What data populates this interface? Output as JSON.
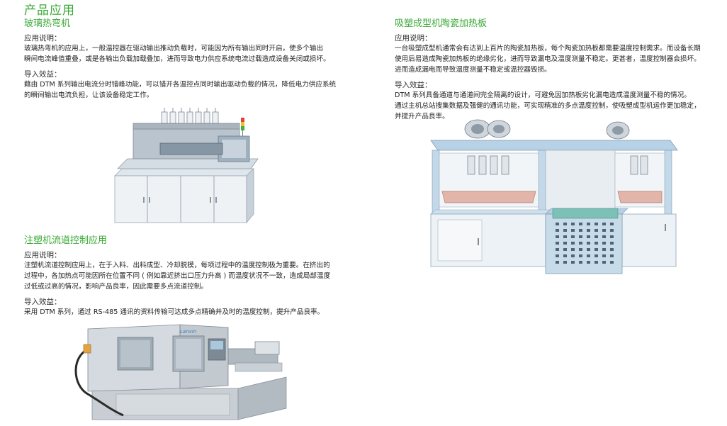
{
  "page_title": "产品应用",
  "sections": [
    {
      "title": "玻璃热弯机",
      "usage_label": "应用说明：",
      "usage_lines": [
        "玻璃热弯机的应用上，一般温控器在驱动输出推动负载时，可能因为所有输出同时开启，使多个输出",
        "瞬间电流峰值重叠，或是各输出负载加载叠加，进而导致电力供应系统电流过载造成设备关闭或损坏。"
      ],
      "benefit_label": "导入效益：",
      "benefit_lines": [
        "藉由 DTM 系列输出电流分时错峰功能，可以错开各温控点同时输出驱动负载的情况，降低电力供应系统",
        "的瞬间输出电流负担，让该设备稳定工作。"
      ]
    },
    {
      "title": "注塑机流道控制应用",
      "usage_label": "应用说明：",
      "usage_lines": [
        "注塑机流道控制应用上，在于入料、出料成型、冷却脱模，每项过程中的温度控制极为重要。在挤出的",
        "过程中，各加热点可能因所在位置不同 ( 例如靠近挤出口压力升高 ) 而温度状况不一致，造成局部温度",
        "过低或过高的情况，影响产品良率，因此需要多点流道控制。"
      ],
      "benefit_label": "导入效益：",
      "benefit_lines": [
        "采用 DTM 系列，通过 RS-485 通讯的资料传输可达成多点精确并及时的温度控制，提升产品良率。"
      ]
    },
    {
      "title": "吸塑成型机陶瓷加热板",
      "usage_label": "应用说明：",
      "usage_lines": [
        "一台吸塑成型机通常会有达到上百片的陶瓷加热板，每个陶瓷加热板都需要温度控制需求。而设备长期",
        "使用后易造成陶瓷加热板的绝缘劣化，进而导致漏电及温度测量不稳定。更甚者，温度控制器会损坏。",
        "进而造成漏电而导致温度测量不稳定或温控器毁损。"
      ],
      "benefit_label": "导入效益：",
      "benefit_lines": [
        "DTM 系列具备通道与通道间完全隔离的设计，可避免因加热板劣化漏电造成温度测量不稳的情况。",
        "通过主机总站搜集数据及强健的通讯功能，可实现精准的多点温度控制，使吸塑成型机运作更加稳定，",
        "并提升产品良率。"
      ]
    }
  ],
  "machine_logo": "Lanxin",
  "colors": {
    "accent_green": "#39a935",
    "machine_frame": "#c9d6e3",
    "machine_panel": "#e6ebf0"
  }
}
